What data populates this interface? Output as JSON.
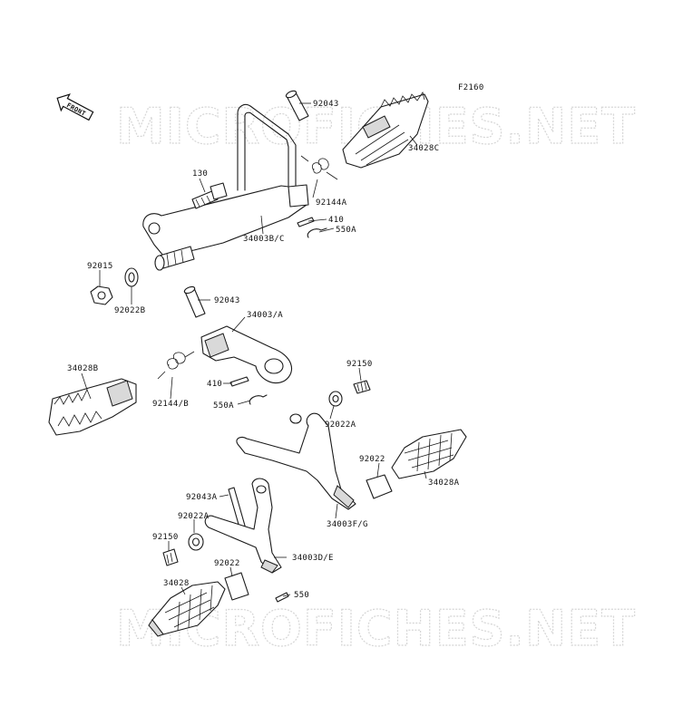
{
  "figure_code": "F2160",
  "front_label": "FRONT",
  "watermarks": [
    "MICROFICHES.NET",
    "MICROFICHES.NET"
  ],
  "part_labels": {
    "p92043_top": "92043",
    "p34028C": "34028C",
    "p130": "130",
    "p92144A": "92144A",
    "p410_top": "410",
    "p550A_top": "550A",
    "p34003BC": "34003B/C",
    "p92015": "92015",
    "p92022B": "92022B",
    "p92043_mid": "92043",
    "p34003A": "34003/A",
    "p34028B": "34028B",
    "p410_mid": "410",
    "p92144B": "92144/B",
    "p550A_mid": "550A",
    "p92150_right": "92150",
    "p92022A_right": "92022A",
    "p92022_right": "92022",
    "p34028A": "34028A",
    "p92043A": "92043A",
    "p34003FG": "34003F/G",
    "p92022A_left": "92022A",
    "p92150_left": "92150",
    "p34003DE": "34003D/E",
    "p92022_left": "92022",
    "p34028": "34028",
    "p550": "550"
  },
  "colors": {
    "line": "#1a1a1a",
    "watermark": "#d6d6d6",
    "background": "#ffffff"
  }
}
